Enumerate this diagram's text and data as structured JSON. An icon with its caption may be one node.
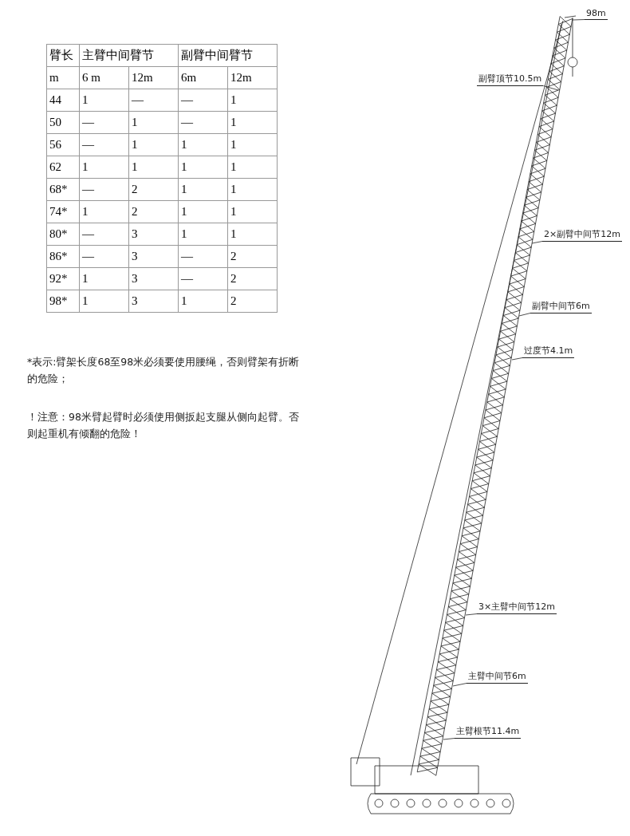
{
  "diagram": {
    "nodes": [
      {
        "text": [
          "98m"
        ]
      },
      {
        "text": [
          "副臂顶节10.5m"
        ]
      },
      {
        "text": [
          "2×副臂中间节12m"
        ]
      },
      {
        "text": [
          "副臂中间节6m"
        ]
      },
      {
        "text": [
          "过度节4.1m"
        ]
      },
      {
        "text": [
          "3×主臂中间节12m"
        ]
      },
      {
        "text": [
          "主臂中间节6m"
        ]
      },
      {
        "text": [
          "主臂根节11.4m"
        ]
      }
    ],
    "edges": [
      {
        "from": 0,
        "to": null,
        "arrow": "none"
      },
      {
        "from": 1,
        "to": null,
        "arrow": "none"
      },
      {
        "from": 2,
        "to": null,
        "arrow": "none"
      },
      {
        "from": 3,
        "to": null,
        "arrow": "none"
      },
      {
        "from": 4,
        "to": null,
        "arrow": "none"
      },
      {
        "from": 5,
        "to": null,
        "arrow": "none"
      },
      {
        "from": 6,
        "to": null,
        "arrow": "none"
      },
      {
        "from": 7,
        "to": null,
        "arrow": "none"
      }
    ],
    "labels": [
      "臂长",
      "主臂中间臂节",
      "副臂中间臂节",
      "m",
      "6 m",
      "12m",
      "6m",
      "12m",
      "44",
      "1",
      "—",
      "—",
      "1",
      "50",
      "—",
      "1",
      "—",
      "1",
      "56",
      "—",
      "1",
      "1",
      "1",
      "62",
      "1",
      "1",
      "1",
      "1",
      "68*",
      "—",
      "2",
      "1",
      "1",
      "74*",
      "1",
      "2",
      "1",
      "1",
      "80*",
      "—",
      "3",
      "1",
      "1",
      "86*",
      "—",
      "3",
      "—",
      "2",
      "92*",
      "1",
      "3",
      "—",
      "2",
      "98*",
      "1",
      "3",
      "1",
      "2",
      "*表示:臂架长度68至98米必须要使用腰绳，否则臂架有折断的危险；",
      "！注意：98米臂起臂时必须使用侧扳起支腿从侧向起臂。否则起重机有倾翻的危险！"
    ]
  }
}
